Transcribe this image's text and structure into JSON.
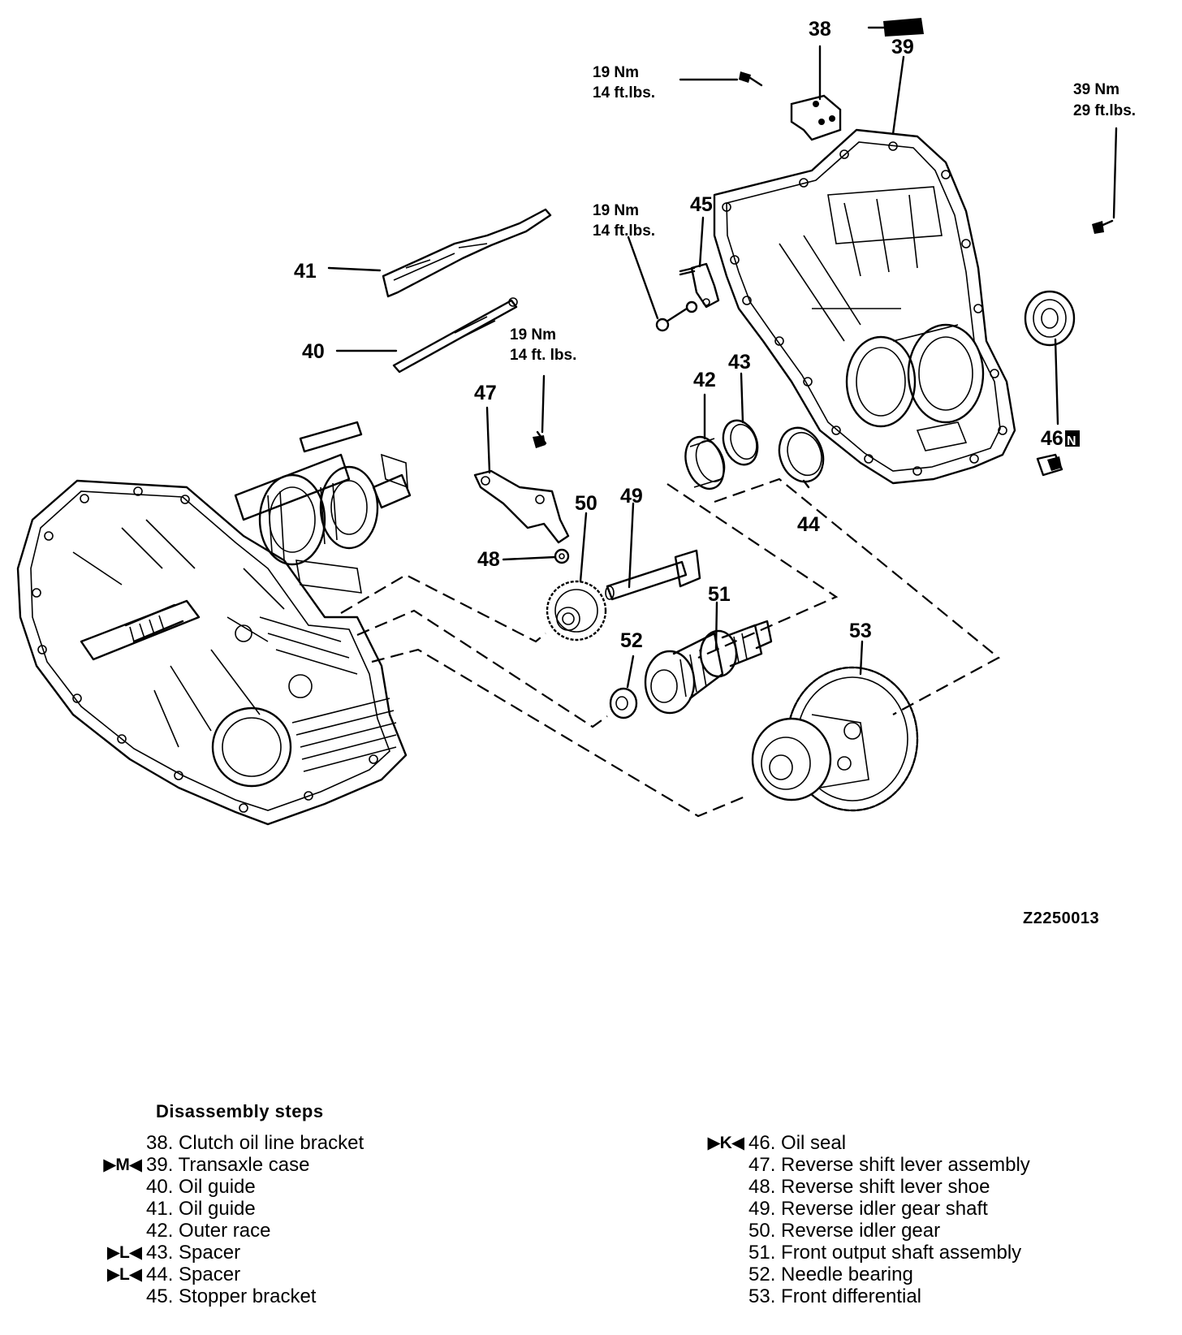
{
  "callouts": {
    "n38": "38",
    "n39": "39",
    "n40": "40",
    "n41": "41",
    "n42": "42",
    "n43": "43",
    "n44": "44",
    "n45": "45",
    "n46": "46",
    "n46_badge": "N",
    "n47": "47",
    "n48": "48",
    "n49": "49",
    "n50": "50",
    "n51": "51",
    "n52": "52",
    "n53": "53"
  },
  "torques": {
    "t1": {
      "nm": "19 Nm",
      "ftlbs": "14 ft.lbs."
    },
    "t2": {
      "nm": "19 Nm",
      "ftlbs": "14 ft.lbs."
    },
    "t3": {
      "nm": "19 Nm",
      "ftlbs": "14 ft. lbs."
    },
    "t4": {
      "nm": "39 Nm",
      "ftlbs": "29 ft.lbs."
    }
  },
  "figure_id": "Z2250013",
  "steps": {
    "title": "Disassembly steps",
    "left": [
      {
        "mark": "",
        "text": "38. Clutch oil line bracket"
      },
      {
        "mark": "▶M◀",
        "text": "39. Transaxle case"
      },
      {
        "mark": "",
        "text": "40. Oil guide"
      },
      {
        "mark": "",
        "text": "41. Oil guide"
      },
      {
        "mark": "",
        "text": "42. Outer race"
      },
      {
        "mark": "▶L◀",
        "text": "43. Spacer"
      },
      {
        "mark": "▶L◀",
        "text": "44. Spacer"
      },
      {
        "mark": "",
        "text": "45. Stopper bracket"
      }
    ],
    "right": [
      {
        "mark": "▶K◀",
        "text": "46. Oil seal"
      },
      {
        "mark": "",
        "text": "47. Reverse shift lever assembly"
      },
      {
        "mark": "",
        "text": "48. Reverse shift lever shoe"
      },
      {
        "mark": "",
        "text": "49. Reverse idler gear shaft"
      },
      {
        "mark": "",
        "text": "50. Reverse idler gear"
      },
      {
        "mark": "",
        "text": "51. Front output shaft assembly"
      },
      {
        "mark": "",
        "text": "52. Needle bearing"
      },
      {
        "mark": "",
        "text": "53. Front differential"
      }
    ]
  }
}
